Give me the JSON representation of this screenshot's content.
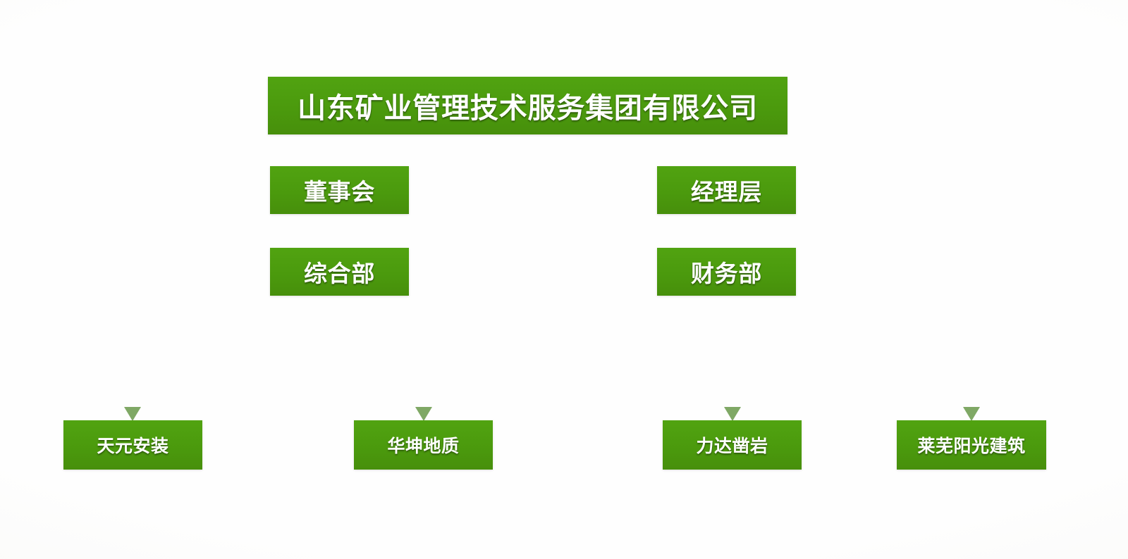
{
  "diagram": {
    "kind": "organization-chart",
    "title": "山东矿业管理技术服务集团有限公司",
    "colors": {
      "node_fill": "#4d9e0f",
      "node_text": "#ffffff",
      "connector_line": "#8a6a66",
      "arrow_head": "#7fa865",
      "background": "#fefefe"
    }
  },
  "root": {
    "label": "山东矿业管理技术服务集团有限公司"
  },
  "governance": [
    {
      "label": "董事会"
    },
    {
      "label": "经理层"
    }
  ],
  "departments": [
    {
      "label": "综合部"
    },
    {
      "label": "财务部"
    }
  ],
  "subsidiaries": [
    {
      "label": "天元安装"
    },
    {
      "label": "华坤地质"
    },
    {
      "label": "力达凿岩"
    },
    {
      "label": "莱芜阳光建筑"
    }
  ]
}
